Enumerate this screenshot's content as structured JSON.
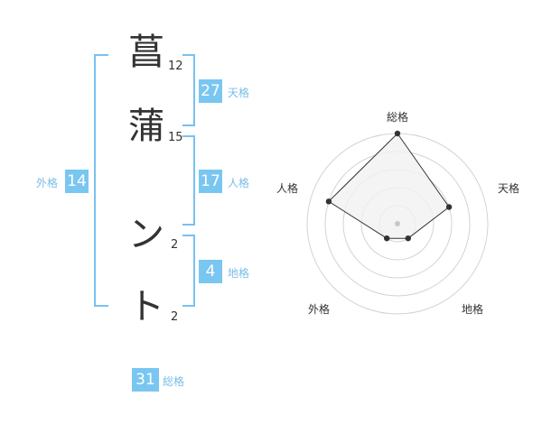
{
  "name": {
    "chars": [
      "菖",
      "蒲",
      "ン",
      "ト"
    ],
    "strokes": [
      "12",
      "15",
      "2",
      "2"
    ]
  },
  "kaku": {
    "ten": {
      "value": "27",
      "label": "天格"
    },
    "jin": {
      "value": "17",
      "label": "人格"
    },
    "chi": {
      "value": "4",
      "label": "地格"
    },
    "gai": {
      "value": "14",
      "label": "外格"
    },
    "sou": {
      "value": "31",
      "label": "総格"
    }
  },
  "radar": {
    "axes": [
      "総格",
      "天格",
      "地格",
      "外格",
      "人格"
    ],
    "levels": 5,
    "values": [
      5,
      3,
      1,
      1,
      4
    ],
    "colors": {
      "grid": "#d3d3d3",
      "line": "#333333",
      "fill": "#f1f1f1",
      "point": "#333333",
      "center": "#c8c8c8"
    }
  }
}
